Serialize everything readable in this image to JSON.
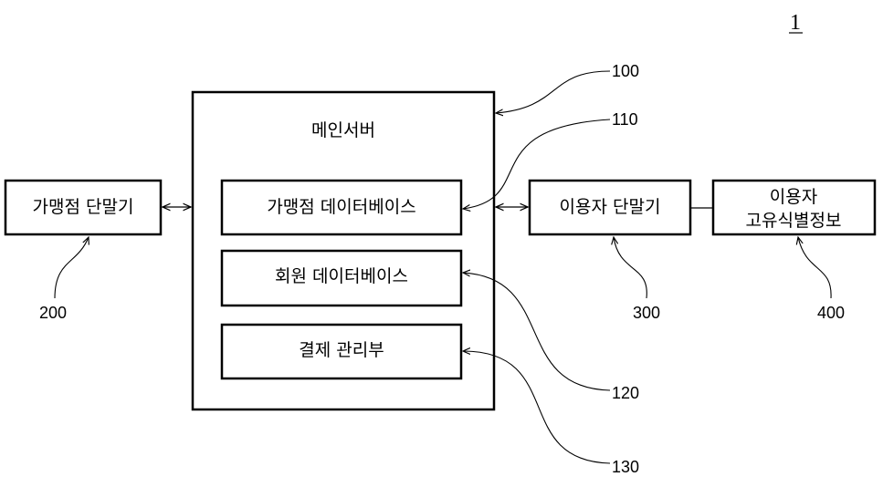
{
  "figure_number": "1",
  "main_server": {
    "label": "메인서버",
    "components": [
      "가맹점 데이터베이스",
      "회원 데이터베이스",
      "결제 관리부"
    ]
  },
  "merchant_terminal": {
    "label": "가맹점 단말기"
  },
  "user_terminal": {
    "label": "이용자 단말기"
  },
  "user_id_info": {
    "line1": "이용자",
    "line2": "고유식별정보"
  },
  "reference_numerals": {
    "main_server": "100",
    "merchant_db": "110",
    "member_db": "120",
    "payment_manager": "130",
    "merchant_terminal": "200",
    "user_terminal": "300",
    "user_id_info": "400"
  }
}
